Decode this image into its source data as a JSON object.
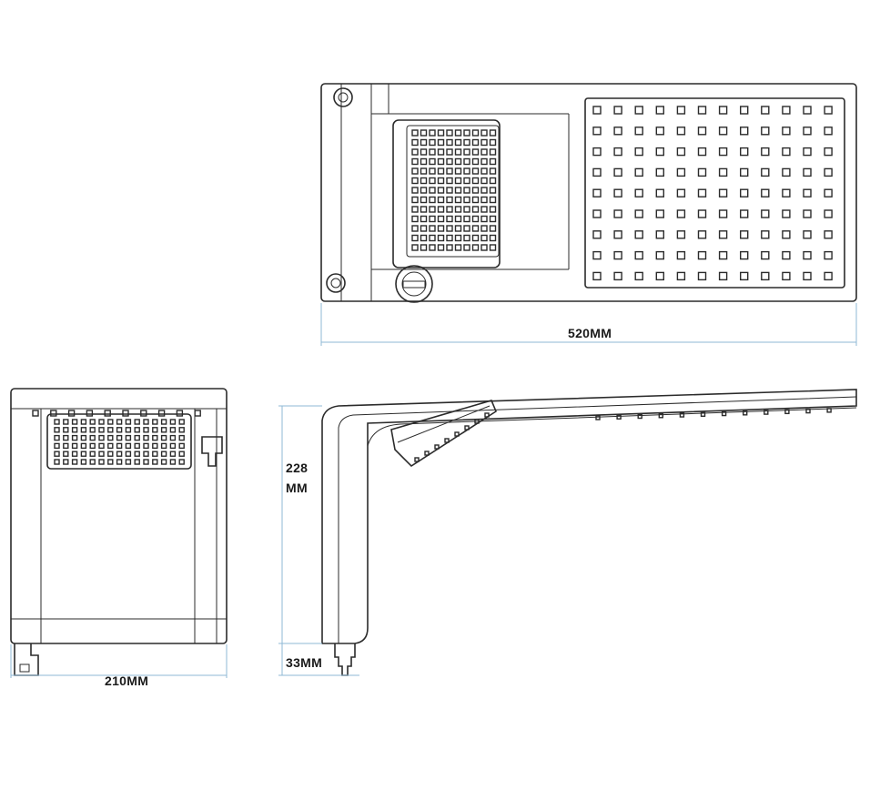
{
  "dimensions": {
    "length": "520MM",
    "width": "210MM",
    "height_value": "228",
    "height_unit": "MM",
    "inlet": "33MM"
  },
  "colors": {
    "line": "#2b2b2b",
    "dimension_line": "#8fb9d6",
    "background": "#ffffff"
  },
  "views": [
    "top-view",
    "front-view",
    "side-view"
  ]
}
